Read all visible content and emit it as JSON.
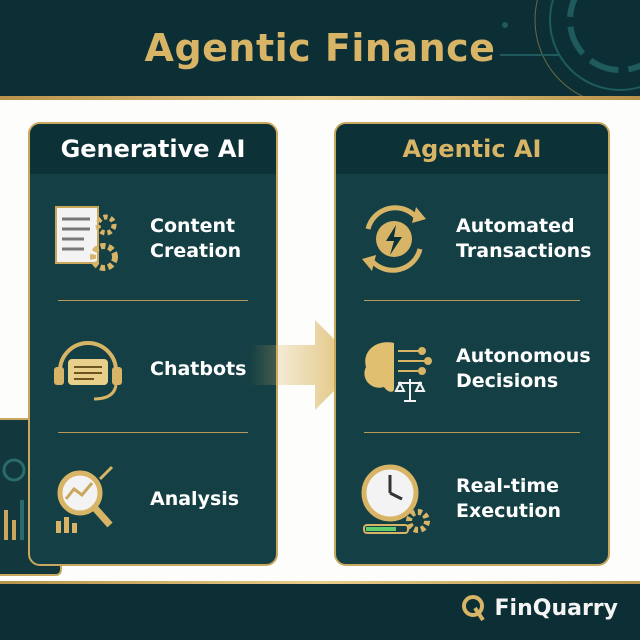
{
  "header": {
    "title": "Agentic Finance"
  },
  "panels": [
    {
      "title": "Generative AI",
      "title_color": "#ffffff",
      "items": [
        {
          "label_lines": [
            "Content",
            "Creation"
          ],
          "icon": "document-gear-icon"
        },
        {
          "label_lines": [
            "Chatbots"
          ],
          "icon": "headset-chat-icon"
        },
        {
          "label_lines": [
            "Analysis"
          ],
          "icon": "magnifier-chart-icon"
        }
      ]
    },
    {
      "title": "Agentic AI",
      "title_color": "#d8b466",
      "items": [
        {
          "label_lines": [
            "Automated",
            "Transactions"
          ],
          "icon": "lightning-cycle-icon"
        },
        {
          "label_lines": [
            "Autonomous",
            "Decisions"
          ],
          "icon": "brain-scale-icon"
        },
        {
          "label_lines": [
            "Real-time",
            "Execution"
          ],
          "icon": "clock-gear-icon"
        }
      ]
    }
  ],
  "footer": {
    "brand": "FinQuarry"
  },
  "colors": {
    "dark": "#0b2f35",
    "panel": "#143f44",
    "gold": "#d8b466"
  }
}
